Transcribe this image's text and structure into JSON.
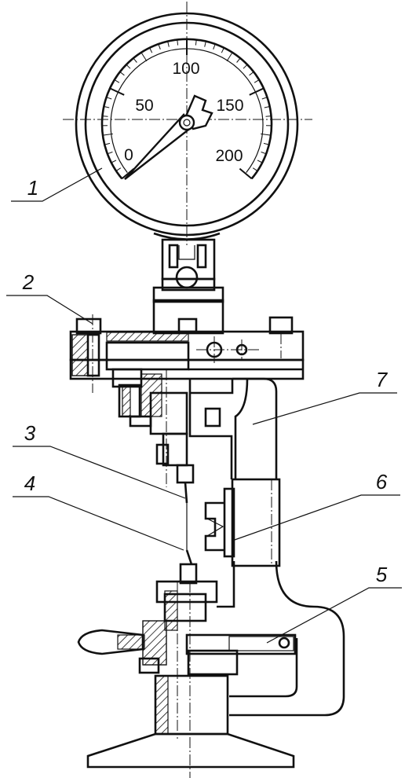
{
  "gauge": {
    "scale_labels": [
      "0",
      "50",
      "100",
      "150",
      "200"
    ]
  },
  "callouts": [
    "1",
    "2",
    "3",
    "4",
    "5",
    "6",
    "7"
  ]
}
